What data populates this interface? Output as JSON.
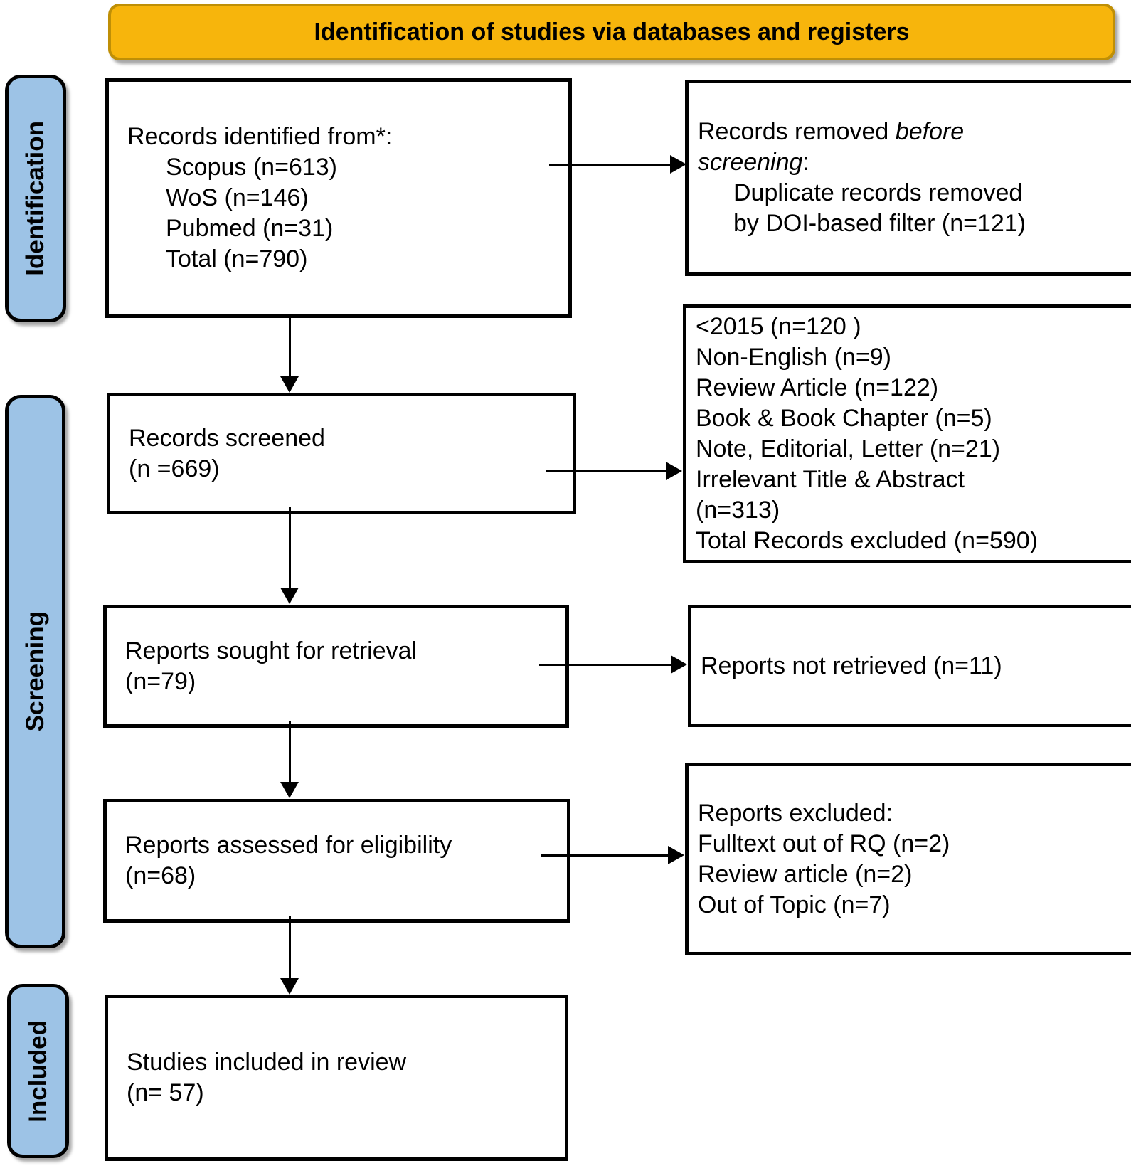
{
  "banner": {
    "title": "Identification of studies via databases and registers"
  },
  "stage_labels": {
    "identification": "Identification",
    "screening": "Screening",
    "included": "Included"
  },
  "colors": {
    "banner_fill": "#F7B50C",
    "banner_border": "#BF8F06",
    "stage_fill": "#9DC3E6",
    "box_border": "#000000"
  },
  "boxes": {
    "records_identified": {
      "title": "Records identified from*:",
      "items": [
        "Scopus (n=613)",
        "WoS (n=146)",
        "Pubmed (n=31)",
        "Total (n=790)"
      ]
    },
    "records_removed": {
      "intro_normal": "Records removed ",
      "intro_italic_line1": "before",
      "intro_italic_line2": "screening",
      "intro_suffix": ":",
      "items": [
        "Duplicate records removed",
        "by DOI-based filter (n=121)"
      ]
    },
    "records_screened": {
      "lines": [
        "Records screened",
        "(n =669)"
      ]
    },
    "records_excluded": {
      "lines": [
        "<2015 (n=120 )",
        "Non-English (n=9)",
        "Review Article (n=122)",
        "Book & Book Chapter (n=5)",
        "Note, Editorial, Letter (n=21)",
        "Irrelevant Title & Abstract",
        "(n=313)",
        "Total Records excluded (n=590)"
      ]
    },
    "reports_sought": {
      "lines": [
        "Reports sought for retrieval",
        "(n=79)"
      ]
    },
    "reports_not_retrieved": {
      "lines": [
        "Reports not retrieved (n=11)"
      ]
    },
    "reports_assessed": {
      "lines": [
        "Reports assessed for eligibility",
        "(n=68)"
      ]
    },
    "reports_excluded": {
      "lines": [
        "Reports excluded:",
        "Fulltext out of RQ (n=2)",
        "Review article (n=2)",
        "Out of Topic (n=7)"
      ]
    },
    "studies_included": {
      "lines": [
        "Studies included in review",
        "(n= 57)"
      ]
    }
  }
}
